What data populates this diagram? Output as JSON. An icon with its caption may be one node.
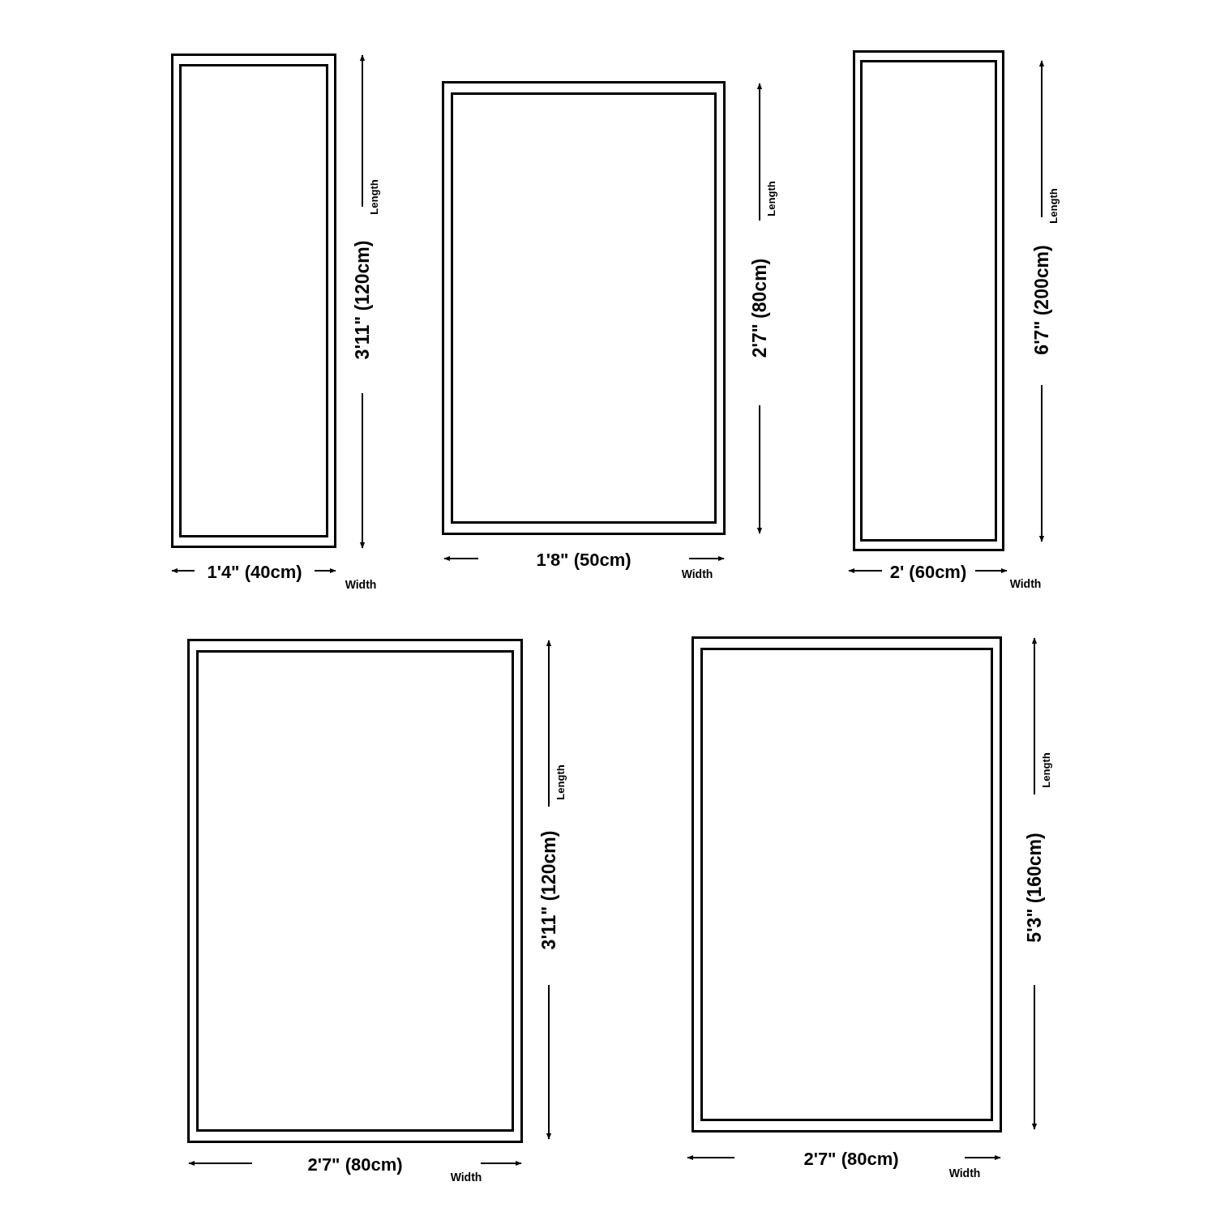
{
  "diagram": {
    "nodes": [
      {
        "text": [],
        "shape": "box",
        "beside": [
          "3'11\" (120cm)",
          "Length",
          "1'4\" (40cm)",
          "Width"
        ]
      },
      {
        "text": [],
        "shape": "box",
        "beside": [
          "2'7\" (80cm)",
          "Length",
          "1'8\" (50cm)",
          "Width"
        ]
      },
      {
        "text": [],
        "shape": "box",
        "beside": [
          "6'7\" (200cm)",
          "Length",
          "2' (60cm)",
          "Width"
        ]
      },
      {
        "text": [],
        "shape": "box",
        "beside": [
          "3'11\" (120cm)",
          "Length",
          "2'7\" (80cm)",
          "Width"
        ]
      },
      {
        "text": [],
        "shape": "box",
        "beside": [
          "5'3\" (160cm)",
          "Length",
          "2'7\" (80cm)",
          "Width"
        ]
      }
    ]
  }
}
